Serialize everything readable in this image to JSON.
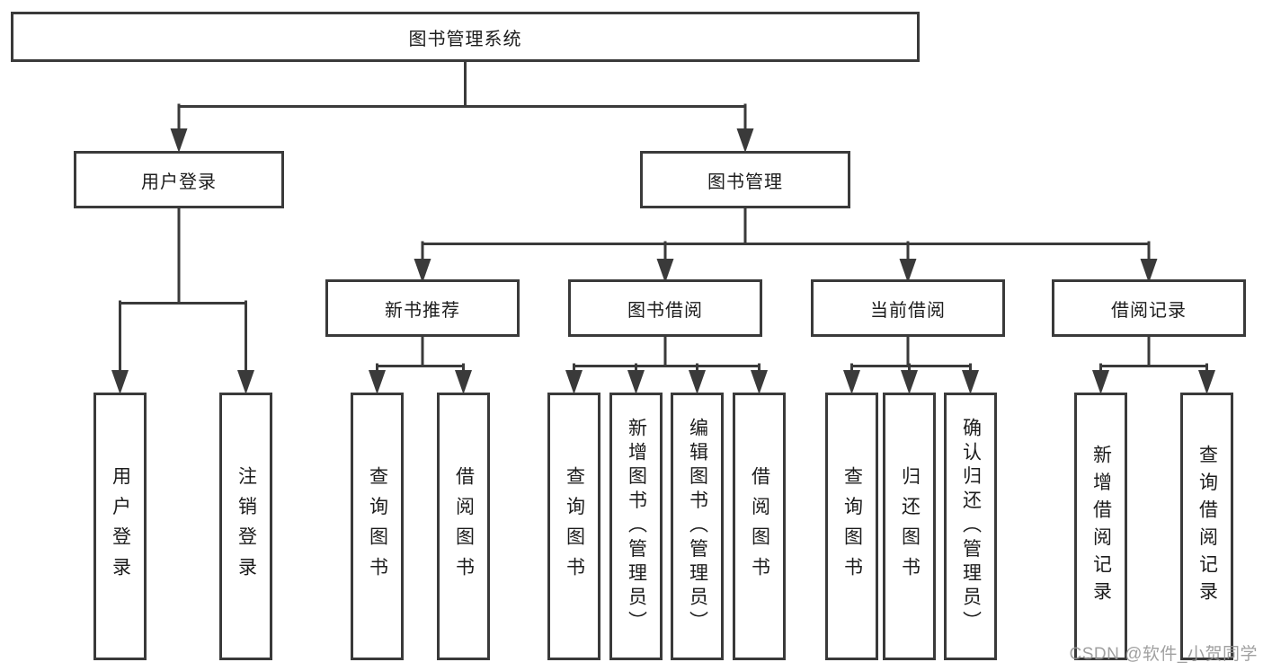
{
  "diagram": {
    "root": {
      "label": "图书管理系统"
    },
    "level2": [
      {
        "label": "用户登录"
      },
      {
        "label": "图书管理"
      }
    ],
    "level3": [
      {
        "label": "新书推荐"
      },
      {
        "label": "图书借阅"
      },
      {
        "label": "当前借阅"
      },
      {
        "label": "借阅记录"
      }
    ],
    "leaves": [
      {
        "label": "用户登录",
        "parent": "用户登录"
      },
      {
        "label": "注销登录",
        "parent": "用户登录"
      },
      {
        "label": "查询图书",
        "parent": "新书推荐"
      },
      {
        "label": "借阅图书",
        "parent": "新书推荐"
      },
      {
        "label": "查询图书",
        "parent": "图书借阅"
      },
      {
        "label": "新增图书（管理员）",
        "parent": "图书借阅"
      },
      {
        "label": "编辑图书（管理员）",
        "parent": "图书借阅"
      },
      {
        "label": "借阅图书",
        "parent": "图书借阅"
      },
      {
        "label": "查询图书",
        "parent": "当前借阅"
      },
      {
        "label": "归还图书",
        "parent": "当前借阅"
      },
      {
        "label": "确认归还（管理员）",
        "parent": "当前借阅"
      },
      {
        "label": "新增借阅记录",
        "parent": "借阅记录"
      },
      {
        "label": "查询借阅记录",
        "parent": "借阅记录"
      }
    ]
  },
  "watermark": {
    "text": "CSDN @软件_小贺同学"
  },
  "colors": {
    "line": "#3a3a3a",
    "text": "#1c1c1c",
    "watermark": "#969696",
    "background": "#ffffff"
  }
}
